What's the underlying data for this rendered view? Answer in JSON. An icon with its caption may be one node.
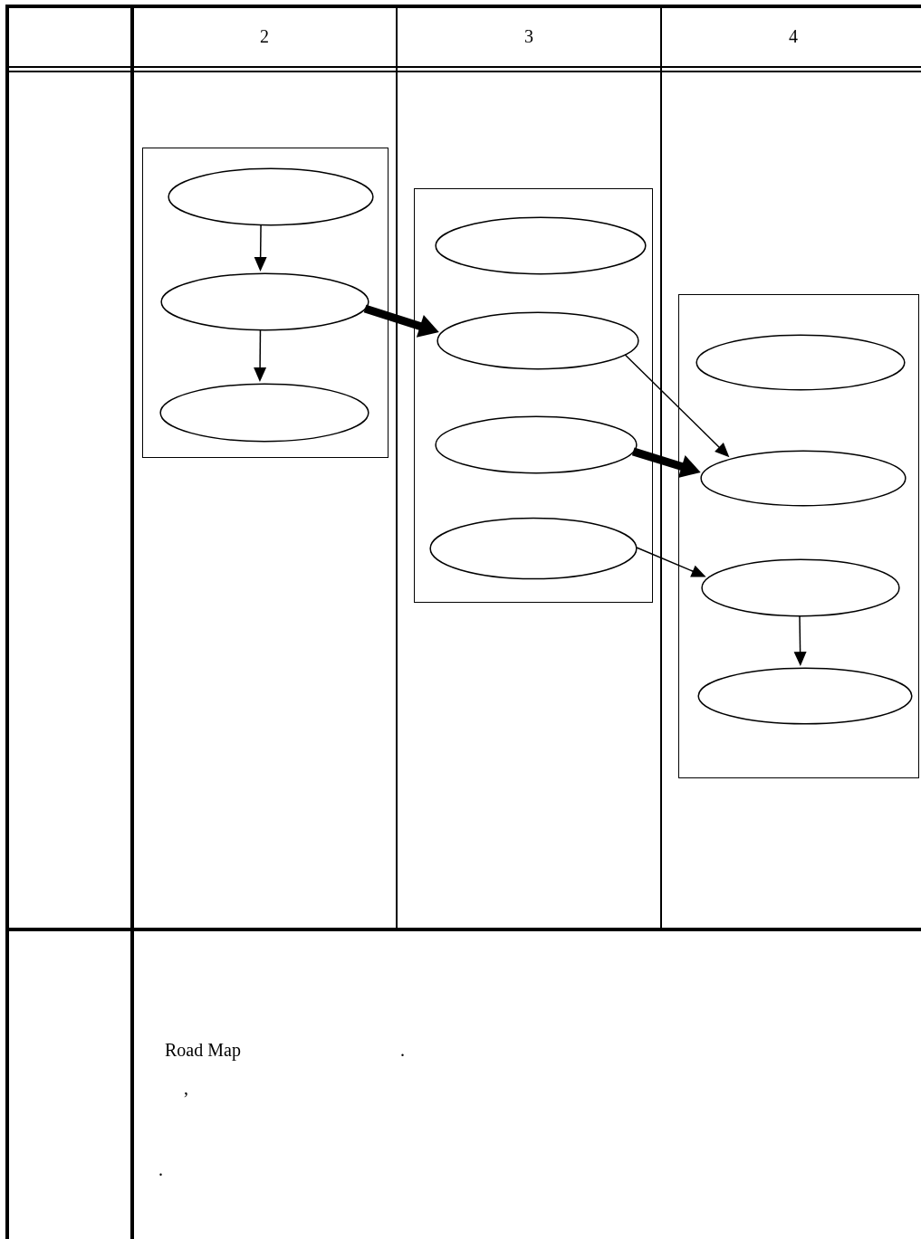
{
  "diagram": {
    "nodes": [
      {
        "text": [],
        "shape": "box"
      },
      {
        "text": [],
        "shape": "ellipse",
        "in": 0
      },
      {
        "text": [],
        "shape": "ellipse",
        "in": 0
      },
      {
        "text": [],
        "shape": "ellipse",
        "in": 0
      },
      {
        "text": [],
        "shape": "box"
      },
      {
        "text": [],
        "shape": "ellipse",
        "in": 4
      },
      {
        "text": [],
        "shape": "ellipse",
        "in": 4
      },
      {
        "text": [],
        "shape": "ellipse",
        "in": 4
      },
      {
        "text": [],
        "shape": "ellipse",
        "in": 4
      },
      {
        "text": [],
        "shape": "box"
      },
      {
        "text": [],
        "shape": "ellipse",
        "in": 9
      },
      {
        "text": [],
        "shape": "ellipse",
        "in": 9
      },
      {
        "text": [],
        "shape": "ellipse",
        "in": 9
      },
      {
        "text": [],
        "shape": "ellipse",
        "in": 9
      }
    ],
    "edges": [
      {
        "from": 1,
        "to": 2,
        "arrow": "to"
      },
      {
        "from": 2,
        "to": 3,
        "arrow": "to"
      },
      {
        "from": 2,
        "to": 6,
        "arrow": "to",
        "style": "thick"
      },
      {
        "from": 6,
        "to": 11,
        "arrow": "to"
      },
      {
        "from": 7,
        "to": 11,
        "arrow": "to",
        "style": "thick"
      },
      {
        "from": 8,
        "to": 12,
        "arrow": "to"
      },
      {
        "from": 12,
        "to": 13,
        "arrow": "to"
      }
    ],
    "labels": [
      "2",
      "3",
      "4",
      "Road Map",
      ".",
      ",",
      "."
    ]
  }
}
